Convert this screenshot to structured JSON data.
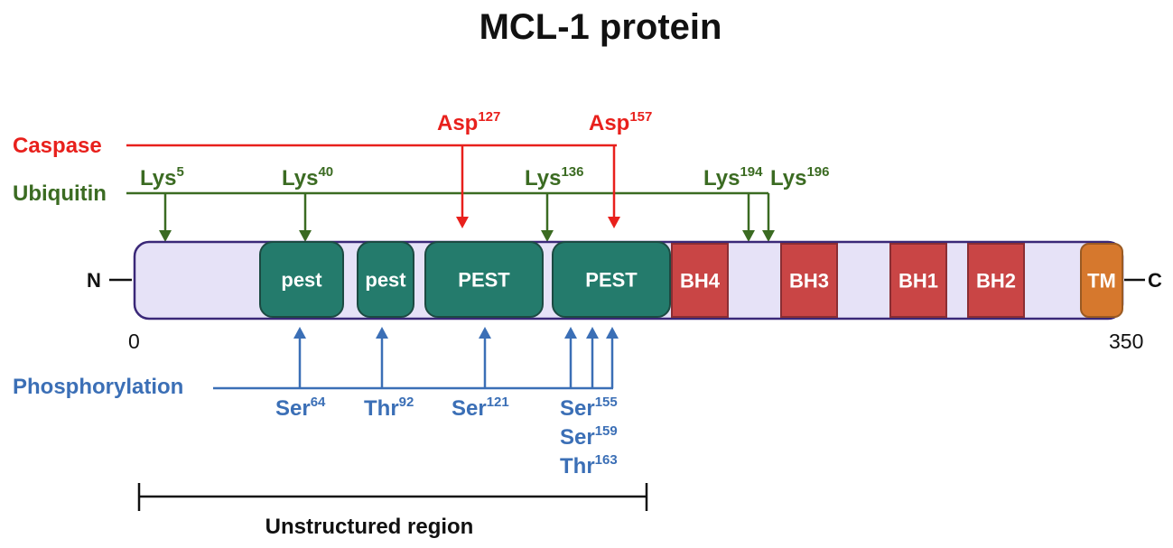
{
  "title": "MCL-1 protein",
  "labels": {
    "caspase": "Caspase",
    "ubiquitin": "Ubiquitin",
    "phosphorylation": "Phosphorylation",
    "n_terminus": "N",
    "c_terminus": "C",
    "start": "0",
    "end": "350",
    "unstructured": "Unstructured region"
  },
  "colors": {
    "caspase": "#e8201c",
    "ubiquitin": "#3b6b22",
    "phospho": "#3b6fb6",
    "bar_fill": "#e6e2f7",
    "bar_stroke": "#3a2878",
    "pest": "#247b6c",
    "bh": "#c94545",
    "tm": "#d6782d"
  },
  "caspase_sites": [
    {
      "res": "Asp",
      "num": "127"
    },
    {
      "res": "Asp",
      "num": "157"
    }
  ],
  "ubiquitin_sites": [
    {
      "res": "Lys",
      "num": "5"
    },
    {
      "res": "Lys",
      "num": "40"
    },
    {
      "res": "Lys",
      "num": "136"
    },
    {
      "res": "Lys",
      "num": "194"
    },
    {
      "res": "Lys",
      "num": "196"
    }
  ],
  "phospho_sites": [
    {
      "res": "Ser",
      "num": "64"
    },
    {
      "res": "Thr",
      "num": "92"
    },
    {
      "res": "Ser",
      "num": "121"
    },
    {
      "res": "Ser",
      "num": "155"
    },
    {
      "res": "Ser",
      "num": "159"
    },
    {
      "res": "Thr",
      "num": "163"
    }
  ],
  "domains": [
    {
      "label": "pest",
      "type": "pest"
    },
    {
      "label": "pest",
      "type": "pest"
    },
    {
      "label": "PEST",
      "type": "pest"
    },
    {
      "label": "PEST",
      "type": "pest"
    },
    {
      "label": "BH4",
      "type": "bh"
    },
    {
      "label": "BH3",
      "type": "bh"
    },
    {
      "label": "BH1",
      "type": "bh"
    },
    {
      "label": "BH2",
      "type": "bh"
    },
    {
      "label": "TM",
      "type": "tm"
    }
  ]
}
